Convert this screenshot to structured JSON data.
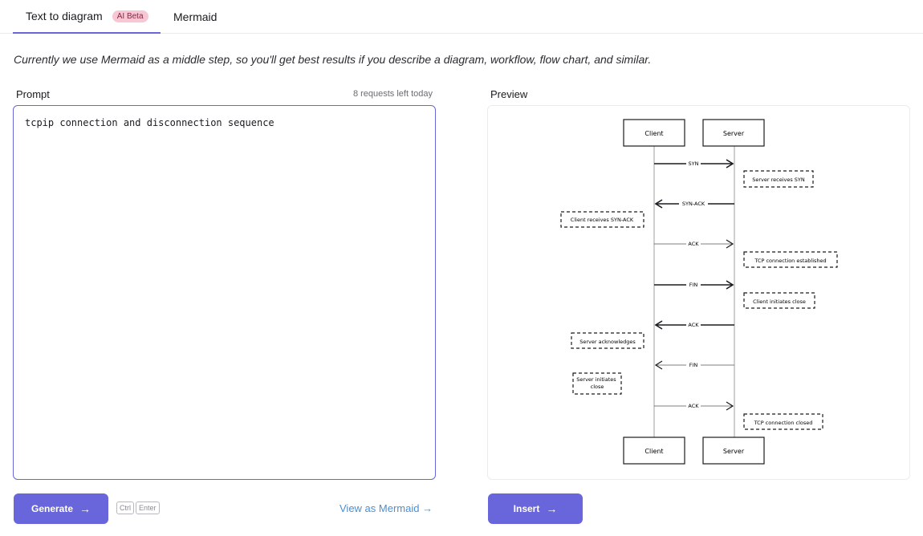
{
  "tabs": [
    {
      "label": "Text to diagram",
      "badge": "AI Beta"
    },
    {
      "label": "Mermaid"
    }
  ],
  "description": "Currently we use Mermaid as a middle step, so you'll get best results if you describe a diagram, workflow, flow chart, and similar.",
  "prompt": {
    "label": "Prompt",
    "counter": "8 requests left today",
    "value": "tcpip connection and disconnection sequence"
  },
  "preview": {
    "label": "Preview",
    "diagram": {
      "participants": [
        "Client",
        "Server"
      ],
      "messages": [
        {
          "from": "Client",
          "to": "Server",
          "label": "SYN",
          "style": "solid"
        },
        {
          "from": "Server",
          "to": "Client",
          "label": "SYN-ACK",
          "style": "solid"
        },
        {
          "from": "Client",
          "to": "Server",
          "label": "ACK",
          "style": "thin"
        },
        {
          "from": "Client",
          "to": "Server",
          "label": "FIN",
          "style": "solid"
        },
        {
          "from": "Server",
          "to": "Client",
          "label": "ACK",
          "style": "solid"
        },
        {
          "from": "Server",
          "to": "Client",
          "label": "FIN",
          "style": "thin"
        },
        {
          "from": "Client",
          "to": "Server",
          "label": "ACK",
          "style": "thin"
        }
      ],
      "notes": [
        "Server receives SYN",
        "Client receives SYN-ACK",
        "TCP connection established",
        "Client initiates close",
        "Server acknowledges",
        "Server initiates close",
        "TCP connection closed"
      ]
    }
  },
  "actions": {
    "generate": "Generate",
    "arrow": "→",
    "kbd_ctrl": "Ctrl",
    "kbd_enter": "Enter",
    "view_mermaid": "View as Mermaid →",
    "insert": "Insert"
  },
  "colors": {
    "accent": "#6965db",
    "badge_bg": "#f7c7d3",
    "link": "#4c8ed1"
  }
}
